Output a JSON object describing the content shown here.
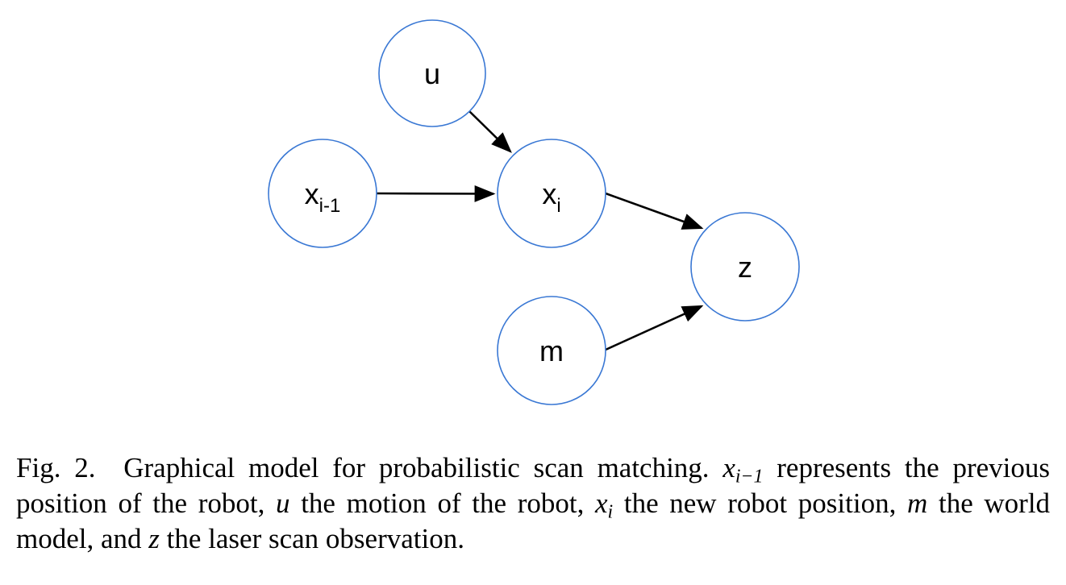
{
  "diagram": {
    "nodes": [
      {
        "id": "u",
        "label": "u",
        "sub": ""
      },
      {
        "id": "x_prev",
        "label": "x",
        "sub": "i-1"
      },
      {
        "id": "x_i",
        "label": "x",
        "sub": "i"
      },
      {
        "id": "z",
        "label": "z",
        "sub": ""
      },
      {
        "id": "m",
        "label": "m",
        "sub": ""
      }
    ],
    "edges": [
      {
        "from": "u",
        "to": "x_i"
      },
      {
        "from": "x_prev",
        "to": "x_i"
      },
      {
        "from": "x_i",
        "to": "z"
      },
      {
        "from": "m",
        "to": "z"
      }
    ],
    "colors": {
      "node_stroke": "#3a78d4",
      "edge": "#000000"
    }
  },
  "caption": {
    "fig_label": "Fig. 2.",
    "part1": "Graphical model for probabilistic scan matching.",
    "var_x_prev": "x",
    "var_x_prev_sub": "i−1",
    "part2": "represents the previous position of the robot,",
    "var_u": "u",
    "part3": "the motion of the robot,",
    "var_x_i": "x",
    "var_x_i_sub": "i",
    "part4": "the new robot position,",
    "var_m": "m",
    "part5": "the world model, and",
    "var_z": "z",
    "part6": "the laser scan observation."
  }
}
